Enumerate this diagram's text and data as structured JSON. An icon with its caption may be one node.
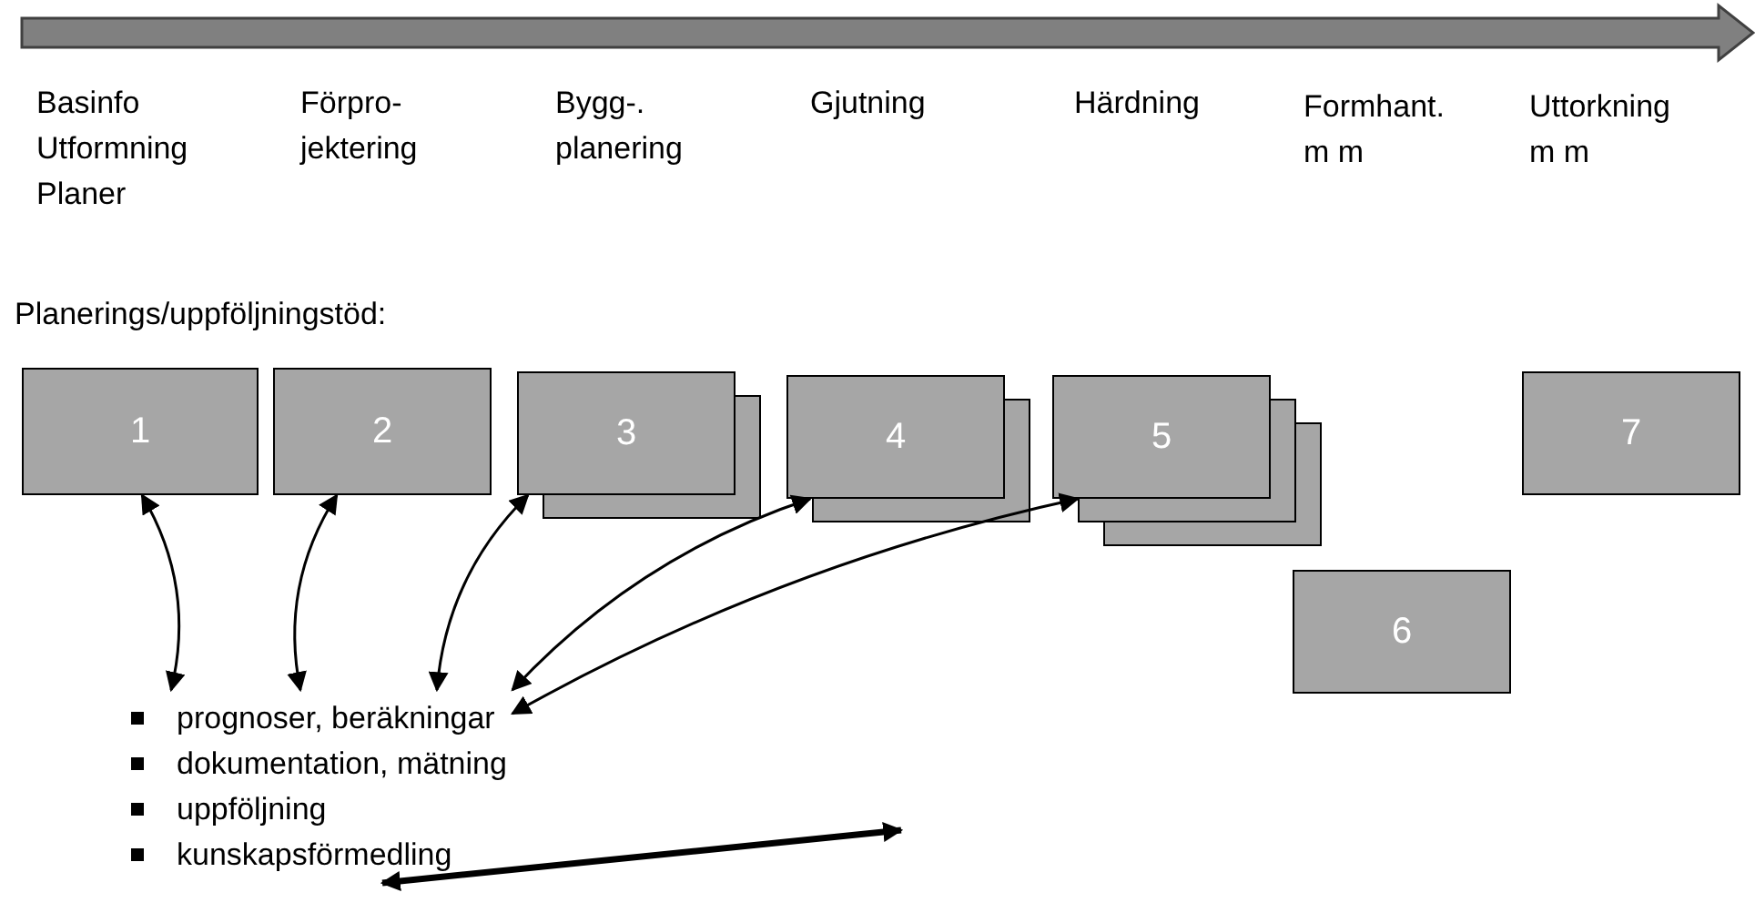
{
  "diagram": {
    "nodes": [
      {
        "text": [
          "1"
        ]
      },
      {
        "text": [
          "2"
        ]
      },
      {
        "text": [
          "3"
        ]
      },
      {
        "text": [
          "4"
        ]
      },
      {
        "text": [
          "5"
        ]
      },
      {
        "text": [
          "6"
        ]
      },
      {
        "text": [
          "7"
        ]
      },
      {
        "text": [
          "prognoser, beräkningar",
          "dokumentation, mätning",
          "uppföljning",
          "kunskapsförmedling"
        ]
      }
    ],
    "edges": [
      {
        "from": 0,
        "to": 7,
        "arrow": "both"
      },
      {
        "from": 1,
        "to": 7,
        "arrow": "both"
      },
      {
        "from": 2,
        "to": 7,
        "arrow": "both"
      },
      {
        "from": 3,
        "to": 7,
        "arrow": "both"
      },
      {
        "from": 4,
        "to": 7,
        "arrow": "both"
      },
      {
        "from": 7,
        "to": null,
        "arrow": "both",
        "style": "thick"
      }
    ],
    "labels": [
      "Basinfo Utformning Planer",
      "Förpro- jektering",
      "Bygg-. planering",
      "Gjutning",
      "Härdning",
      "Formhant. m m",
      "Uttorkning m m",
      "Planerings/uppföljningstöd:"
    ]
  }
}
